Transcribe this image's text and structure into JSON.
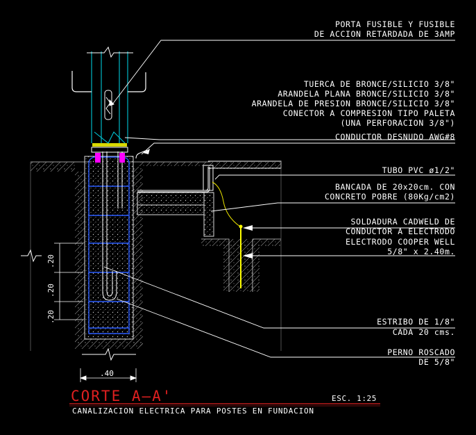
{
  "drawing": {
    "title": "CORTE A–A'",
    "scale": "ESC. 1:25",
    "subtitle": "CANALIZACION ELECTRICA PARA POSTES EN FUNDACION"
  },
  "labels": {
    "porta_fusible_1": "PORTA FUSIBLE Y FUSIBLE",
    "porta_fusible_2": "DE ACCION RETARDADA DE 3AMP",
    "tuerca": "TUERCA DE BRONCE/SILICIO 3/8\"",
    "arandela_plana": "ARANDELA PLANA BRONCE/SILICIO 3/8\"",
    "arandela_presion": "ARANDELA DE PRESION BRONCE/SILICIO 3/8\"",
    "conector_1": "CONECTOR A COMPRESION TIPO PALETA",
    "conector_2": "(UNA PERFORACION 3/8\")",
    "conductor": "CONDUCTOR DESNUDO AWG#8",
    "tubo_pvc": "TUBO PVC ø1/2\"",
    "bancada_1": "BANCADA DE 20x20cm. CON",
    "bancada_2": "CONCRETO POBRE (80Kg/cm2)",
    "soldadura_1": "SOLDADURA CADWELD DE",
    "soldadura_2": "CONDUCTOR A ELECTRODO",
    "electrodo_1": "ELECTRODO COOPER WELL",
    "electrodo_2": "5/8\" x 2.40m.",
    "estribo_1": "ESTRIBO DE 1/8\"",
    "estribo_2": "CADA 20 cms.",
    "perno_1": "PERNO ROSCADO",
    "perno_2": "DE 5/8\""
  },
  "dimensions": {
    "width": ".40",
    "v1": ".20",
    "v2": ".20",
    "v3": ".20"
  },
  "colors": {
    "background": "#000000",
    "text": "#ffffff",
    "title": "#e02020",
    "rebar": "#2a5cff",
    "pole": "#00c8d8",
    "connector": "#ff00ff",
    "weld": "#ffff00",
    "hatch": "#bbbbbb"
  }
}
